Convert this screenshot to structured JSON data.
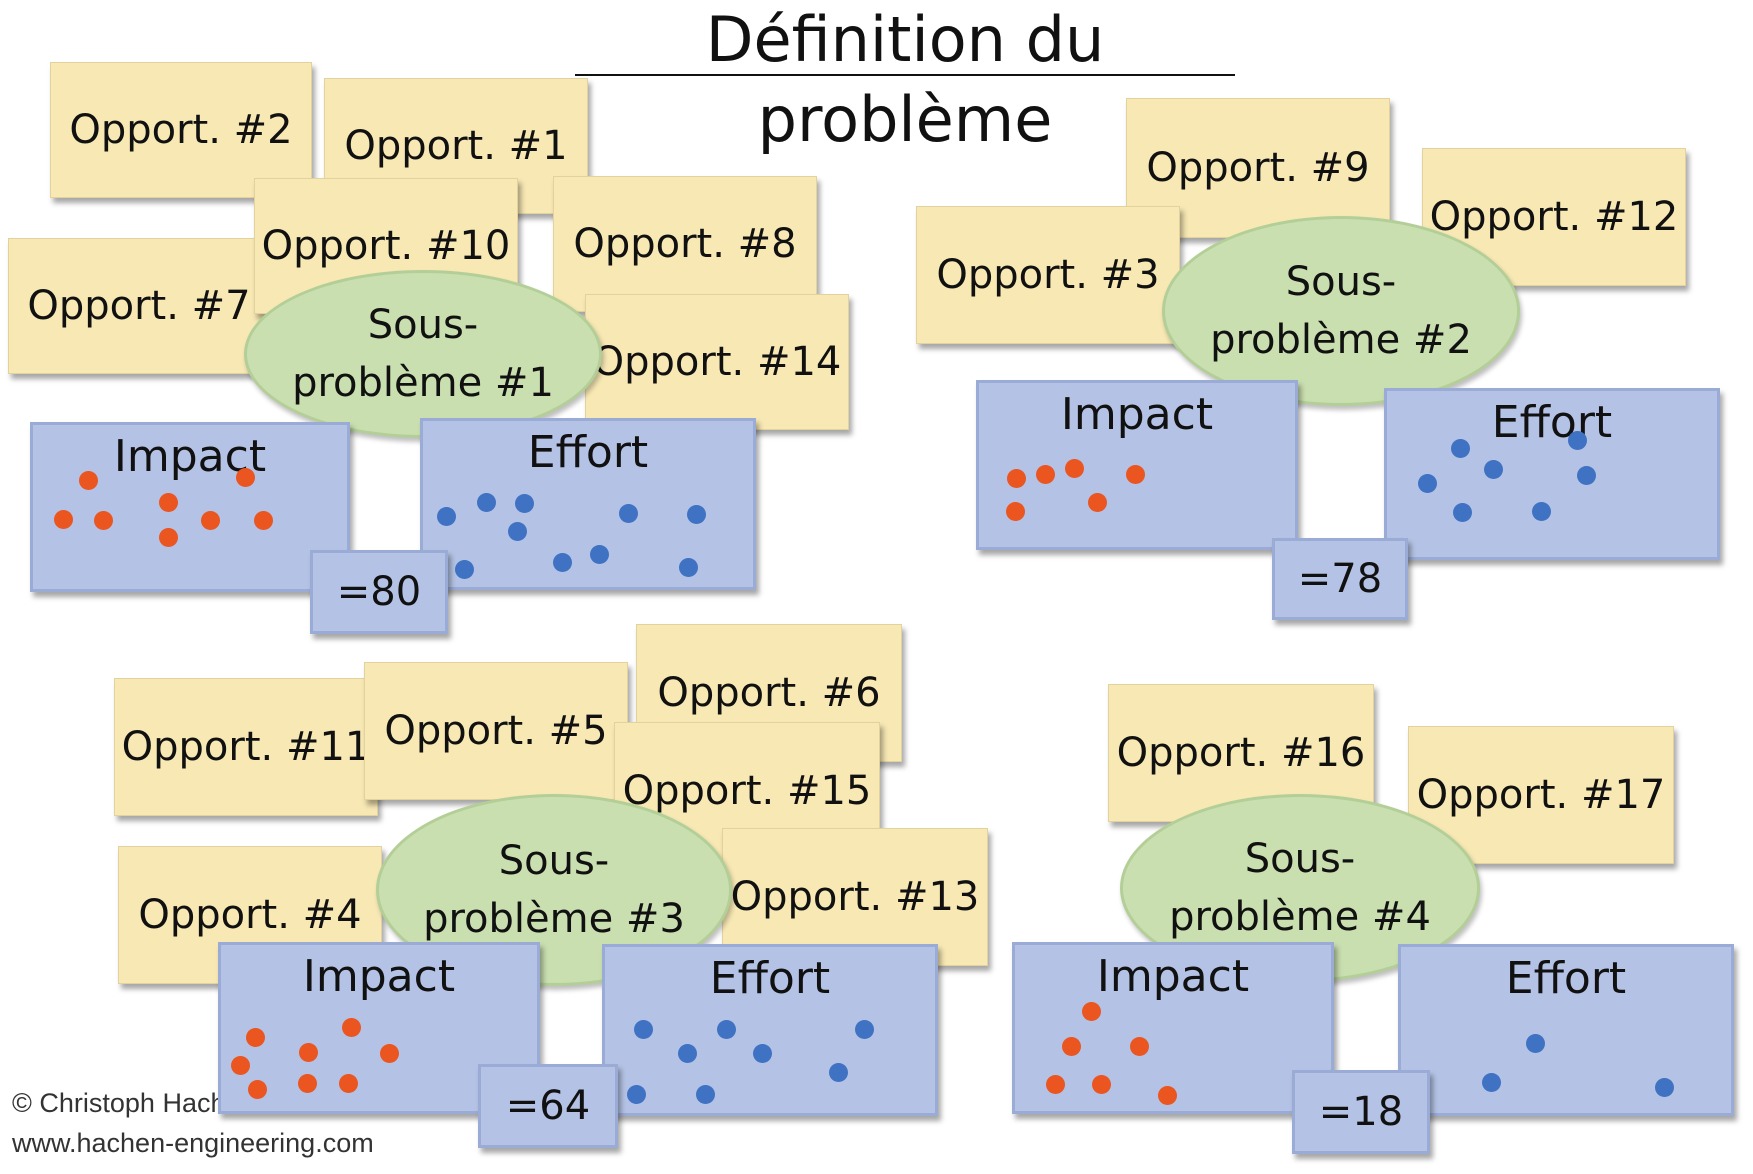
{
  "title": "Définition du problème",
  "colors": {
    "note": "#f7e8b4",
    "subproblem": "#c9dfb0",
    "panel": "#b4c3e5",
    "impact_dot": "#ea5520",
    "effort_dot": "#3f72c2"
  },
  "subproblems": [
    {
      "line1": "Sous-",
      "line2": "problème #1",
      "opportunities": [
        "Opport. #2",
        "Opport. #1",
        "Opport. #10",
        "Opport. #8",
        "Opport. #7",
        "Opport. #14"
      ],
      "impact_label": "Impact",
      "impact_votes": 8,
      "effort_label": "Effort",
      "effort_votes": 10,
      "score": "=80"
    },
    {
      "line1": "Sous-",
      "line2": "problème #2",
      "opportunities": [
        "Opport. #9",
        "Opport. #12",
        "Opport. #3"
      ],
      "impact_label": "Impact",
      "impact_votes": 6,
      "effort_label": "Effort",
      "effort_votes": 7,
      "score": "=78"
    },
    {
      "line1": "Sous-",
      "line2": "problème #3",
      "opportunities": [
        "Opport. #6",
        "Opport. #11",
        "Opport. #5",
        "Opport. #15",
        "Opport. #4",
        "Opport. #13"
      ],
      "impact_label": "Impact",
      "impact_votes": 8,
      "effort_label": "Effort",
      "effort_votes": 8,
      "score": "=64"
    },
    {
      "line1": "Sous-",
      "line2": "problème #4",
      "opportunities": [
        "Opport. #16",
        "Opport. #17"
      ],
      "impact_label": "Impact",
      "impact_votes": 6,
      "effort_label": "Effort",
      "effort_votes": 3,
      "score": "=18"
    }
  ],
  "credit": {
    "copyright": "© Christoph Hache",
    "url": "www.hachen-engineering.com"
  }
}
